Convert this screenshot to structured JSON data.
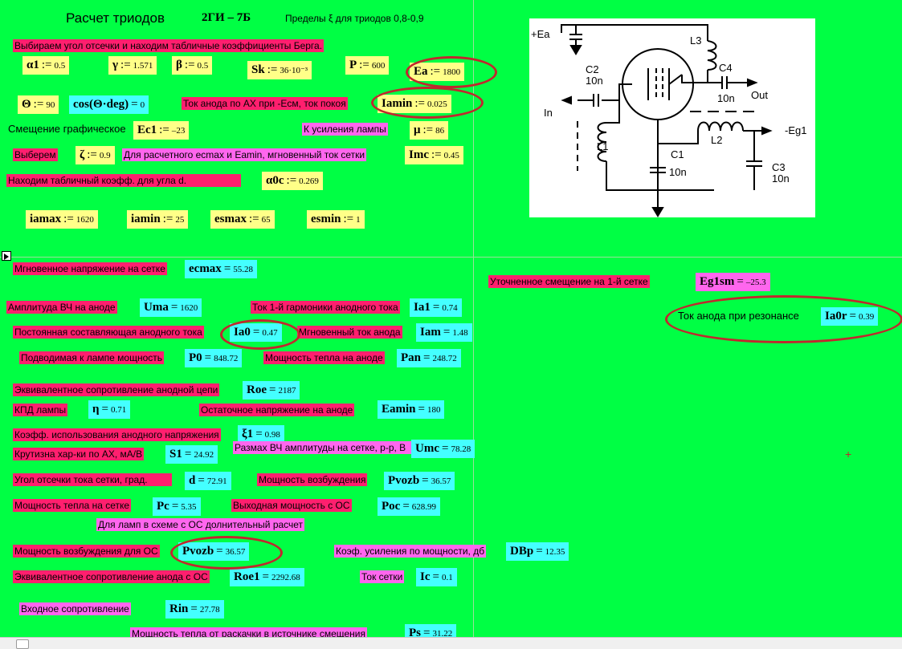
{
  "header": {
    "title": "Расчет триодов",
    "tube": "2ГИ – 7Б",
    "limits": "Пределы ξ для триодов  0,8-0,9"
  },
  "labels": {
    "berg": "Выбираем угол отсечки и находим табличные коэффициенты Берга.",
    "anode_current_ax": "Ток анода по АХ при -Eсм, ток покоя",
    "bias_graphic": "Смещение графическое",
    "gain": "К усиления лампы",
    "choose": "Выберем",
    "ecmax_note": "Для расчетного ecmax и Eamin, мгновенный ток сетки",
    "table_coef": "Находим табличный коэфф. для угла d.",
    "inst_grid_voltage": "Мгновенное напряжение на сетке",
    "refined_bias": "Уточненное смещение на 1-й сетке",
    "rf_amplitude": "Амплитуда ВЧ на аноде",
    "first_harmonic": "Ток 1-й гармоники анодного тока",
    "resonance_current": "Ток анода при резонансе",
    "dc_component": "Постоянная составляющая анодного тока",
    "inst_anode_current": "Мгновенный ток анода",
    "input_power": "Подводимая к лампе мощность",
    "anode_heat": "Мощность тепла на аноде",
    "equiv_resistance": "Эквивалентное сопротивление анодной цепи",
    "efficiency": "КПД лампы",
    "residual_voltage": "Остаточное напряжение на аноде",
    "utilization": "Коэфф. использования анодного напряжения",
    "slope": "Крутизна хар-ки по АХ, мА/В",
    "grid_swing": "Размах ВЧ амплитуды на сетке, р-р, В",
    "grid_angle": "Угол отсечки тока сетки, град.",
    "drive_power": "Мощность возбуждения",
    "grid_heat": "Мощность тепла на сетке",
    "output_power": "Выходная мощность с ОС",
    "os_extra": "Для ламп в схеме с ОС долнительный расчет",
    "drive_power_os": "Мощность возбуждения для ОС",
    "power_gain": "Коэф. усиления по мощности, дб",
    "equiv_resistance_os": "Эквивалентное сопротивление анода с ОС",
    "grid_current": "Ток сетки",
    "input_resistance": "Входное сопротивление",
    "bias_source_heat": "Мощность тепла от раскачки в  источнике смещения"
  },
  "vars": {
    "alpha1": {
      "name": "α1",
      "value": "0.5"
    },
    "gamma": {
      "name": "γ",
      "value": "1.571"
    },
    "beta": {
      "name": "β",
      "value": "0.5"
    },
    "sk": {
      "name": "Sk",
      "value": "36·10⁻³"
    },
    "p": {
      "name": "P",
      "value": "600"
    },
    "ea": {
      "name": "Ea",
      "value": "1800"
    },
    "theta": {
      "name": "Θ",
      "value": "90"
    },
    "cos": {
      "name": "cos(Θ·deg)",
      "value": "0"
    },
    "iamin": {
      "name": "Iamin",
      "value": "0.025"
    },
    "ec1": {
      "name": "Ec1",
      "value": "–23"
    },
    "mu": {
      "name": "μ",
      "value": "86"
    },
    "zeta": {
      "name": "ζ",
      "value": "0.9"
    },
    "imc": {
      "name": "Imc",
      "value": "0.45"
    },
    "a0c": {
      "name": "α0c",
      "value": "0.269"
    },
    "iamax": {
      "name": "iamax",
      "value": "1620"
    },
    "iamin2": {
      "name": "iamin",
      "value": "25"
    },
    "esmax": {
      "name": "esmax",
      "value": "65"
    },
    "esmin": {
      "name": "esmin",
      "value": "1"
    },
    "ecmax": {
      "name": "ecmax",
      "value": "55.28"
    },
    "eg1sm": {
      "name": "Eg1sm",
      "value": "–25.3"
    },
    "uma": {
      "name": "Uma",
      "value": "1620"
    },
    "ia1": {
      "name": "Ia1",
      "value": "0.74"
    },
    "ia0r": {
      "name": "Ia0r",
      "value": "0.39"
    },
    "ia0": {
      "name": "Ia0",
      "value": "0.47"
    },
    "iam": {
      "name": "Iam",
      "value": "1.48"
    },
    "p0": {
      "name": "P0",
      "value": "848.72"
    },
    "pan": {
      "name": "Pan",
      "value": "248.72"
    },
    "roe": {
      "name": "Roe",
      "value": "2187"
    },
    "eta": {
      "name": "η",
      "value": "0.71"
    },
    "eamin": {
      "name": "Eamin",
      "value": "180"
    },
    "xi1": {
      "name": "ξ1",
      "value": "0.98"
    },
    "s1": {
      "name": "S1",
      "value": "24.92"
    },
    "umc": {
      "name": "Umc",
      "value": "78.28"
    },
    "d": {
      "name": "d",
      "value": "72.91"
    },
    "pvozb": {
      "name": "Pvozb",
      "value": "36.57"
    },
    "pc": {
      "name": "Pc",
      "value": "5.35"
    },
    "poc": {
      "name": "Poc",
      "value": "628.99"
    },
    "pvozb2": {
      "name": "Pvozb",
      "value": "36.57"
    },
    "dbp": {
      "name": "DBp",
      "value": "12.35"
    },
    "roe1": {
      "name": "Roe1",
      "value": "2292.68"
    },
    "ic": {
      "name": "Ic",
      "value": "0.1"
    },
    "rin": {
      "name": "Rin",
      "value": "27.78"
    },
    "ps": {
      "name": "Ps",
      "value": "31.22"
    }
  },
  "ops": {
    "assign": ":=",
    "eq": "="
  },
  "schematic": {
    "ea": "+Ea",
    "in": "In",
    "out": "Out",
    "eg1": "-Eg1",
    "c2": "C2",
    "c2v": "10n",
    "c4": "C4",
    "c4v": "10n",
    "c1": "C1",
    "c1v": "10n",
    "c3": "C3",
    "c3v": "10n",
    "l1": "L1",
    "l2": "L2",
    "l3": "L3"
  },
  "colors": {
    "sheet": "#00ff44",
    "label_red": "#ff1f6e",
    "label_pink": "#ff66ee",
    "input_box": "#ffff88",
    "result_box": "#44ffff",
    "annotation": "#c0282e"
  }
}
